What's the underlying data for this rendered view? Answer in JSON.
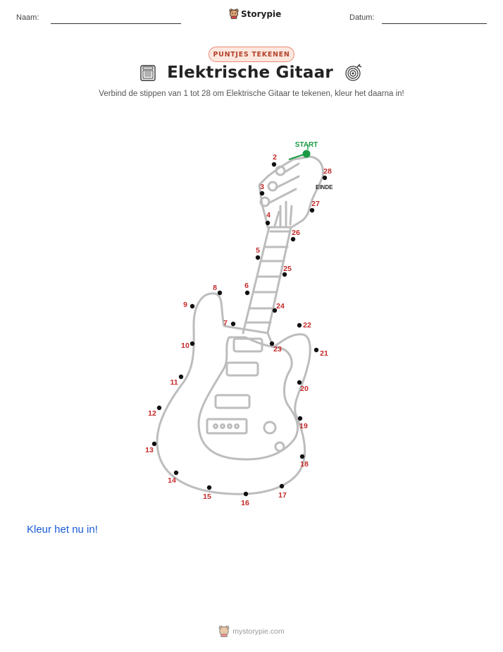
{
  "header": {
    "name_label": "Naam:",
    "date_label": "Datum:",
    "brand": "Storypie"
  },
  "badge": "PUNTJES TEKENEN",
  "title": "Elektrische Gitaar",
  "subtitle": "Verbind de stippen van 1 tot 28 om Elektrische Gitaar te tekenen, kleur het daarna in!",
  "start_label": "START",
  "end_label": "EINDE",
  "dots": [
    "2",
    "3",
    "4",
    "5",
    "6",
    "7",
    "8",
    "9",
    "10",
    "11",
    "12",
    "13",
    "14",
    "15",
    "16",
    "17",
    "18",
    "19",
    "20",
    "21",
    "22",
    "23",
    "24",
    "25",
    "26",
    "27",
    "28"
  ],
  "instruction": "Kleur het nu in!",
  "footer": "mystorypie.com",
  "colors": {
    "numbers": "#c62828",
    "start": "#1a9a44",
    "badge_border": "#e88a72",
    "instruction": "#1a5bd8"
  }
}
